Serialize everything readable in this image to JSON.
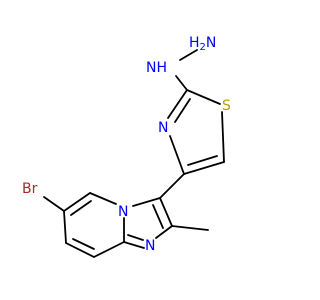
{
  "molecule": {
    "atoms": {
      "hydrazine_nh2": {
        "text": "H2N",
        "text_main": "H",
        "text_sub": "2",
        "text_tail": "N",
        "color": "#0000ff"
      },
      "hydrazine_nh": {
        "text": "NH",
        "color": "#0000ff"
      },
      "thiazole_s": {
        "text": "S",
        "color": "#b8a000"
      },
      "thiazole_n": {
        "text": "N",
        "color": "#0000ff"
      },
      "bridgehead_n": {
        "text": "N",
        "color": "#0000ff"
      },
      "imidazole_n": {
        "text": "N",
        "color": "#0000ff"
      },
      "bromine": {
        "text": "Br",
        "color": "#a52a2a"
      }
    },
    "bond_color": "#000000"
  }
}
